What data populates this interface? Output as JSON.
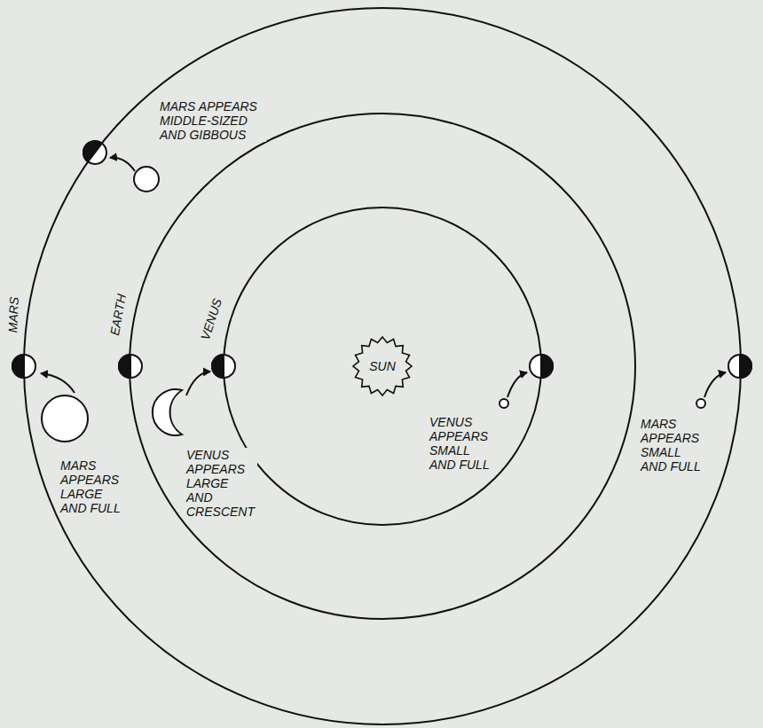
{
  "diagram": {
    "nodes": [
      {
        "text": [
          "SUN"
        ]
      }
    ],
    "labels": [
      "MARS",
      "EARTH",
      "VENUS",
      "MARS APPEARS MIDDLE-SIZED AND GIBBOUS",
      "MARS APPEARS LARGE AND FULL",
      "VENUS APPEARS LARGE AND CRESCENT",
      "VENUS APPEARS SMALL AND FULL",
      "MARS APPEARS SMALL AND FULL"
    ]
  }
}
